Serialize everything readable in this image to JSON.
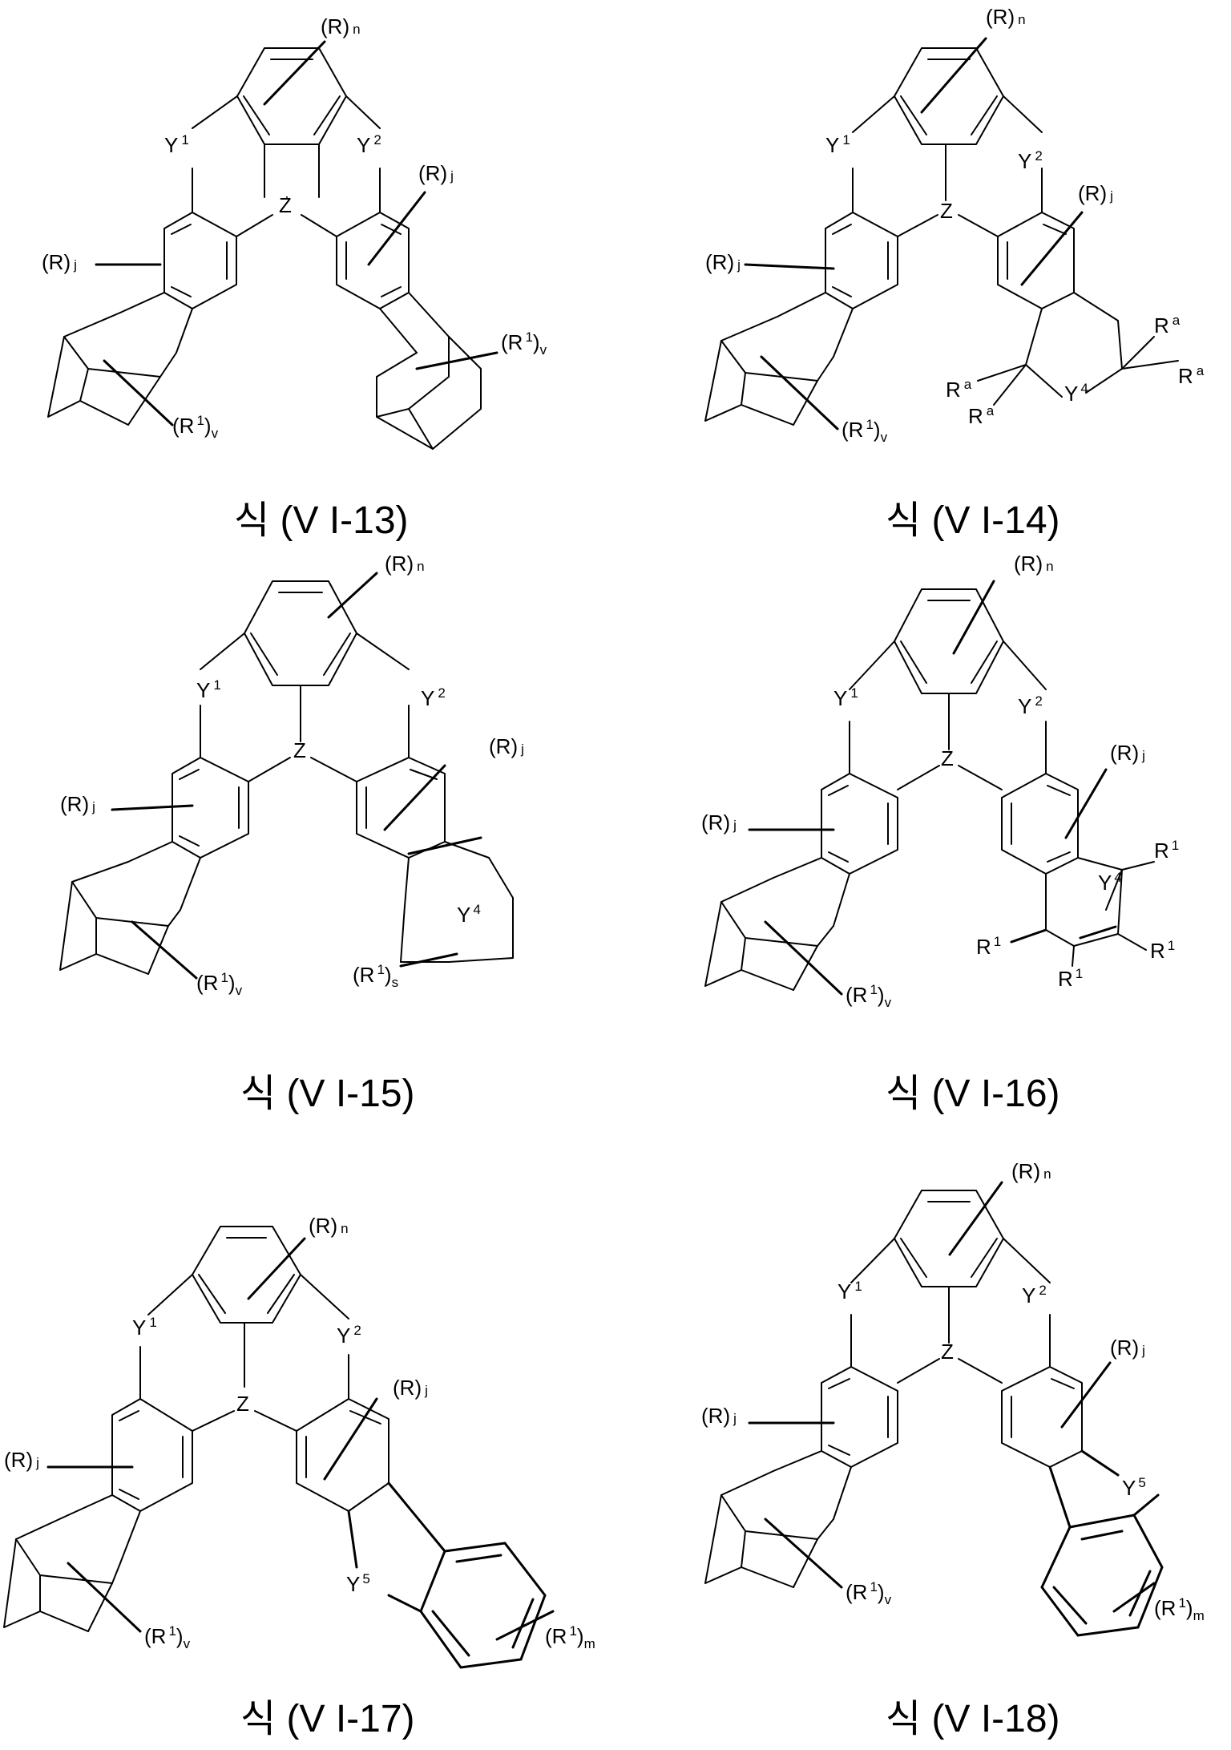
{
  "figure": {
    "captions": [
      "식 (V I-13)",
      "식 (V I-14)",
      "식 (V I-15)",
      "식 (V I-16)",
      "식 (V I-17)",
      "식 (V I-18)"
    ]
  },
  "atoms": {
    "R": "R",
    "R1": "R",
    "R1_sup": "1",
    "Ra": "R",
    "Ra_sup": "a",
    "Y": "Y",
    "Y1_sup": "1",
    "Y2_sup": "2",
    "Y4_sup": "4",
    "Y5_sup": "5",
    "Z": "Z",
    "n": "n",
    "j": "j",
    "v": "v",
    "s": "s",
    "m": "m"
  }
}
